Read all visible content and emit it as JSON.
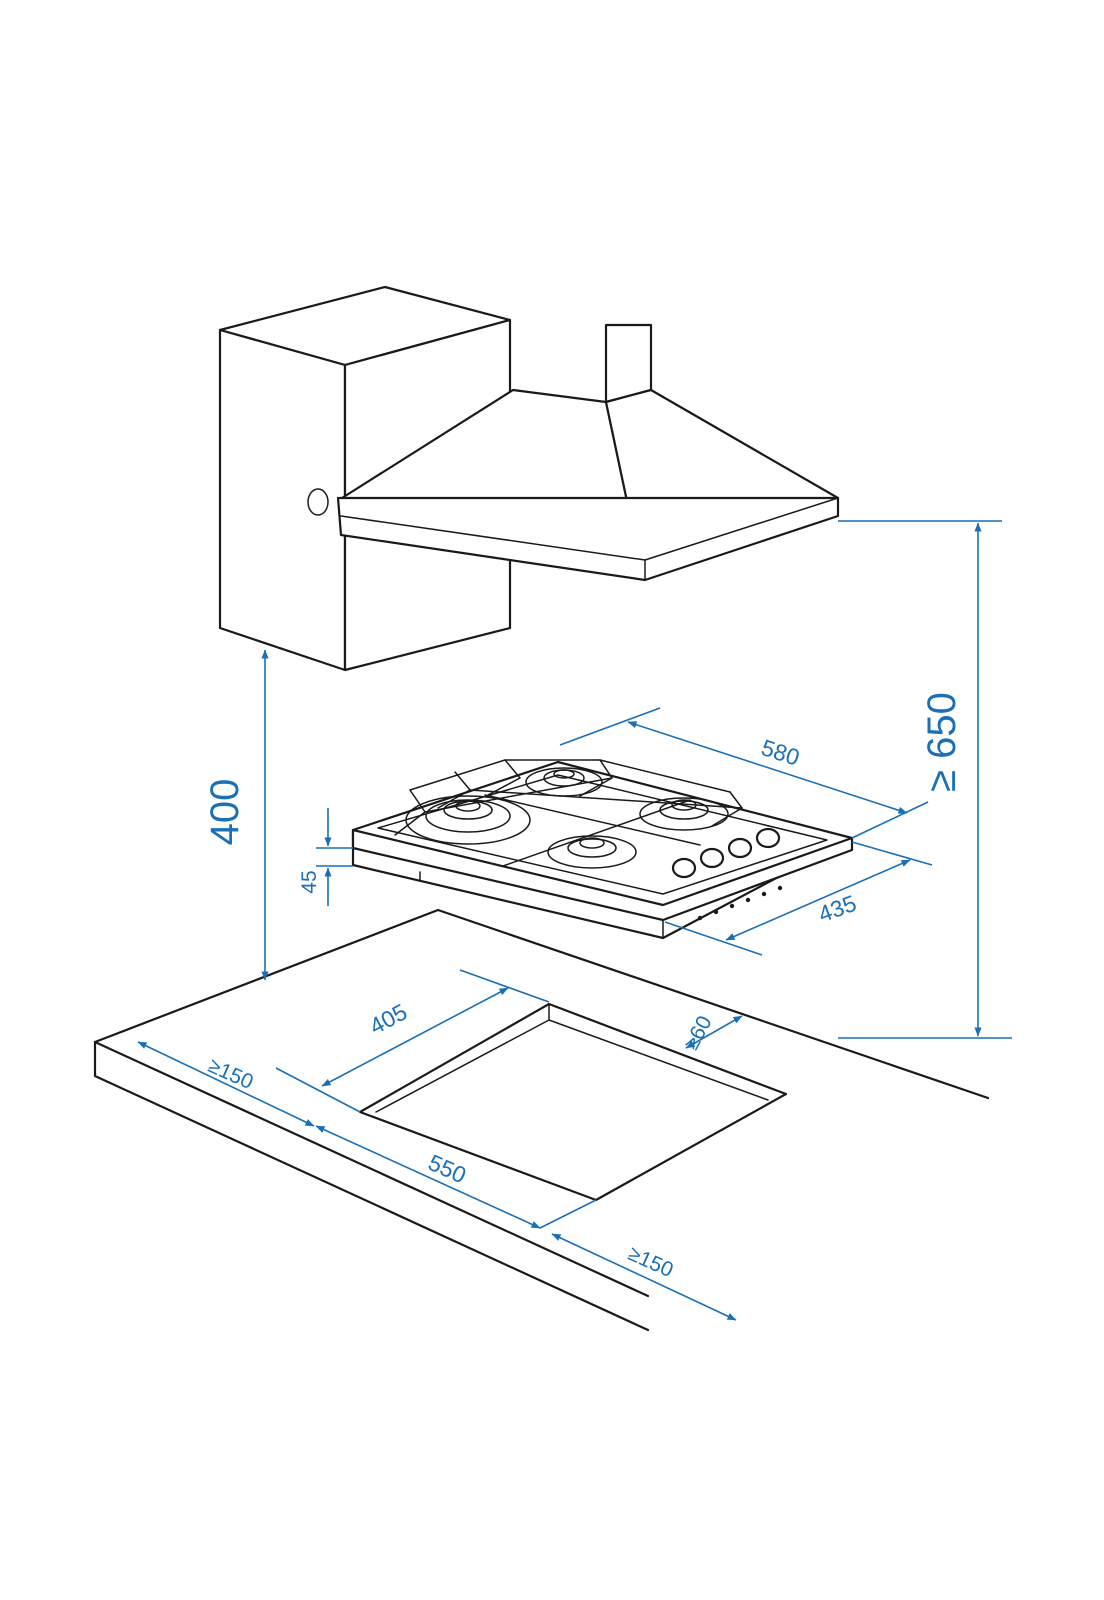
{
  "colors": {
    "outline": "#1a1a1a",
    "dimension": "#1a6fb5",
    "background": "#ffffff"
  },
  "dimensions": {
    "hood_height": "≥ 650",
    "wall_unit_height": "400",
    "hob_width": "580",
    "hob_depth": "435",
    "hob_height": "45",
    "cutout_depth": "405",
    "back_clearance": "≥60",
    "left_clearance": "≥150",
    "cutout_width": "550",
    "right_clearance": "≥150"
  }
}
